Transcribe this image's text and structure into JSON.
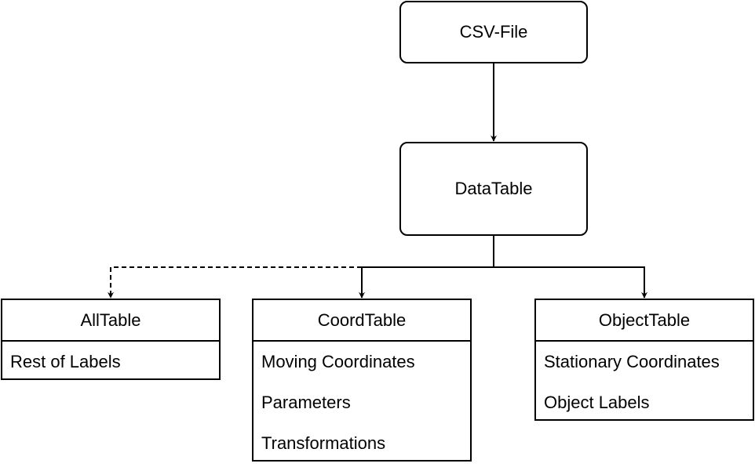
{
  "nodes": {
    "csv_file": "CSV-File",
    "data_table": "DataTable"
  },
  "tables": {
    "all_table": {
      "title": "AllTable",
      "rows": [
        "Rest of Labels"
      ]
    },
    "coord_table": {
      "title": "CoordTable",
      "rows": [
        "Moving Coordinates",
        "Parameters",
        "Transformations"
      ]
    },
    "object_table": {
      "title": "ObjectTable",
      "rows": [
        "Stationary Coordinates",
        "Object Labels"
      ]
    }
  }
}
